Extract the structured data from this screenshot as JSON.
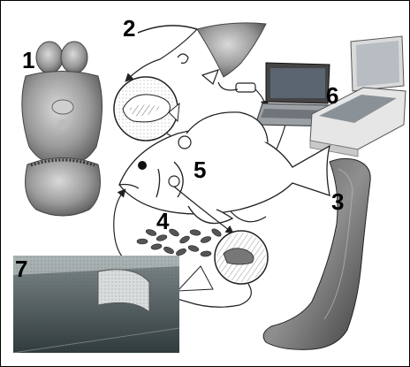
{
  "labels": {
    "panel_1": "1",
    "panel_2": "2",
    "panel_3": "3",
    "panel_4": "4",
    "panel_5": "5",
    "panel_6": "6",
    "panel_7": "7"
  },
  "icons": [
    "brain-specimen",
    "shark-fin",
    "inner-ear-specimen",
    "eggs-cluster",
    "fish-outline",
    "laptop",
    "flatbed-scanner",
    "ultrasonic-tank",
    "cell-magnifier-circle",
    "cross-section-circle"
  ],
  "colors": {
    "line": "#222222",
    "specimen_gray": "#8a8a8a",
    "background": "#ffffff"
  }
}
